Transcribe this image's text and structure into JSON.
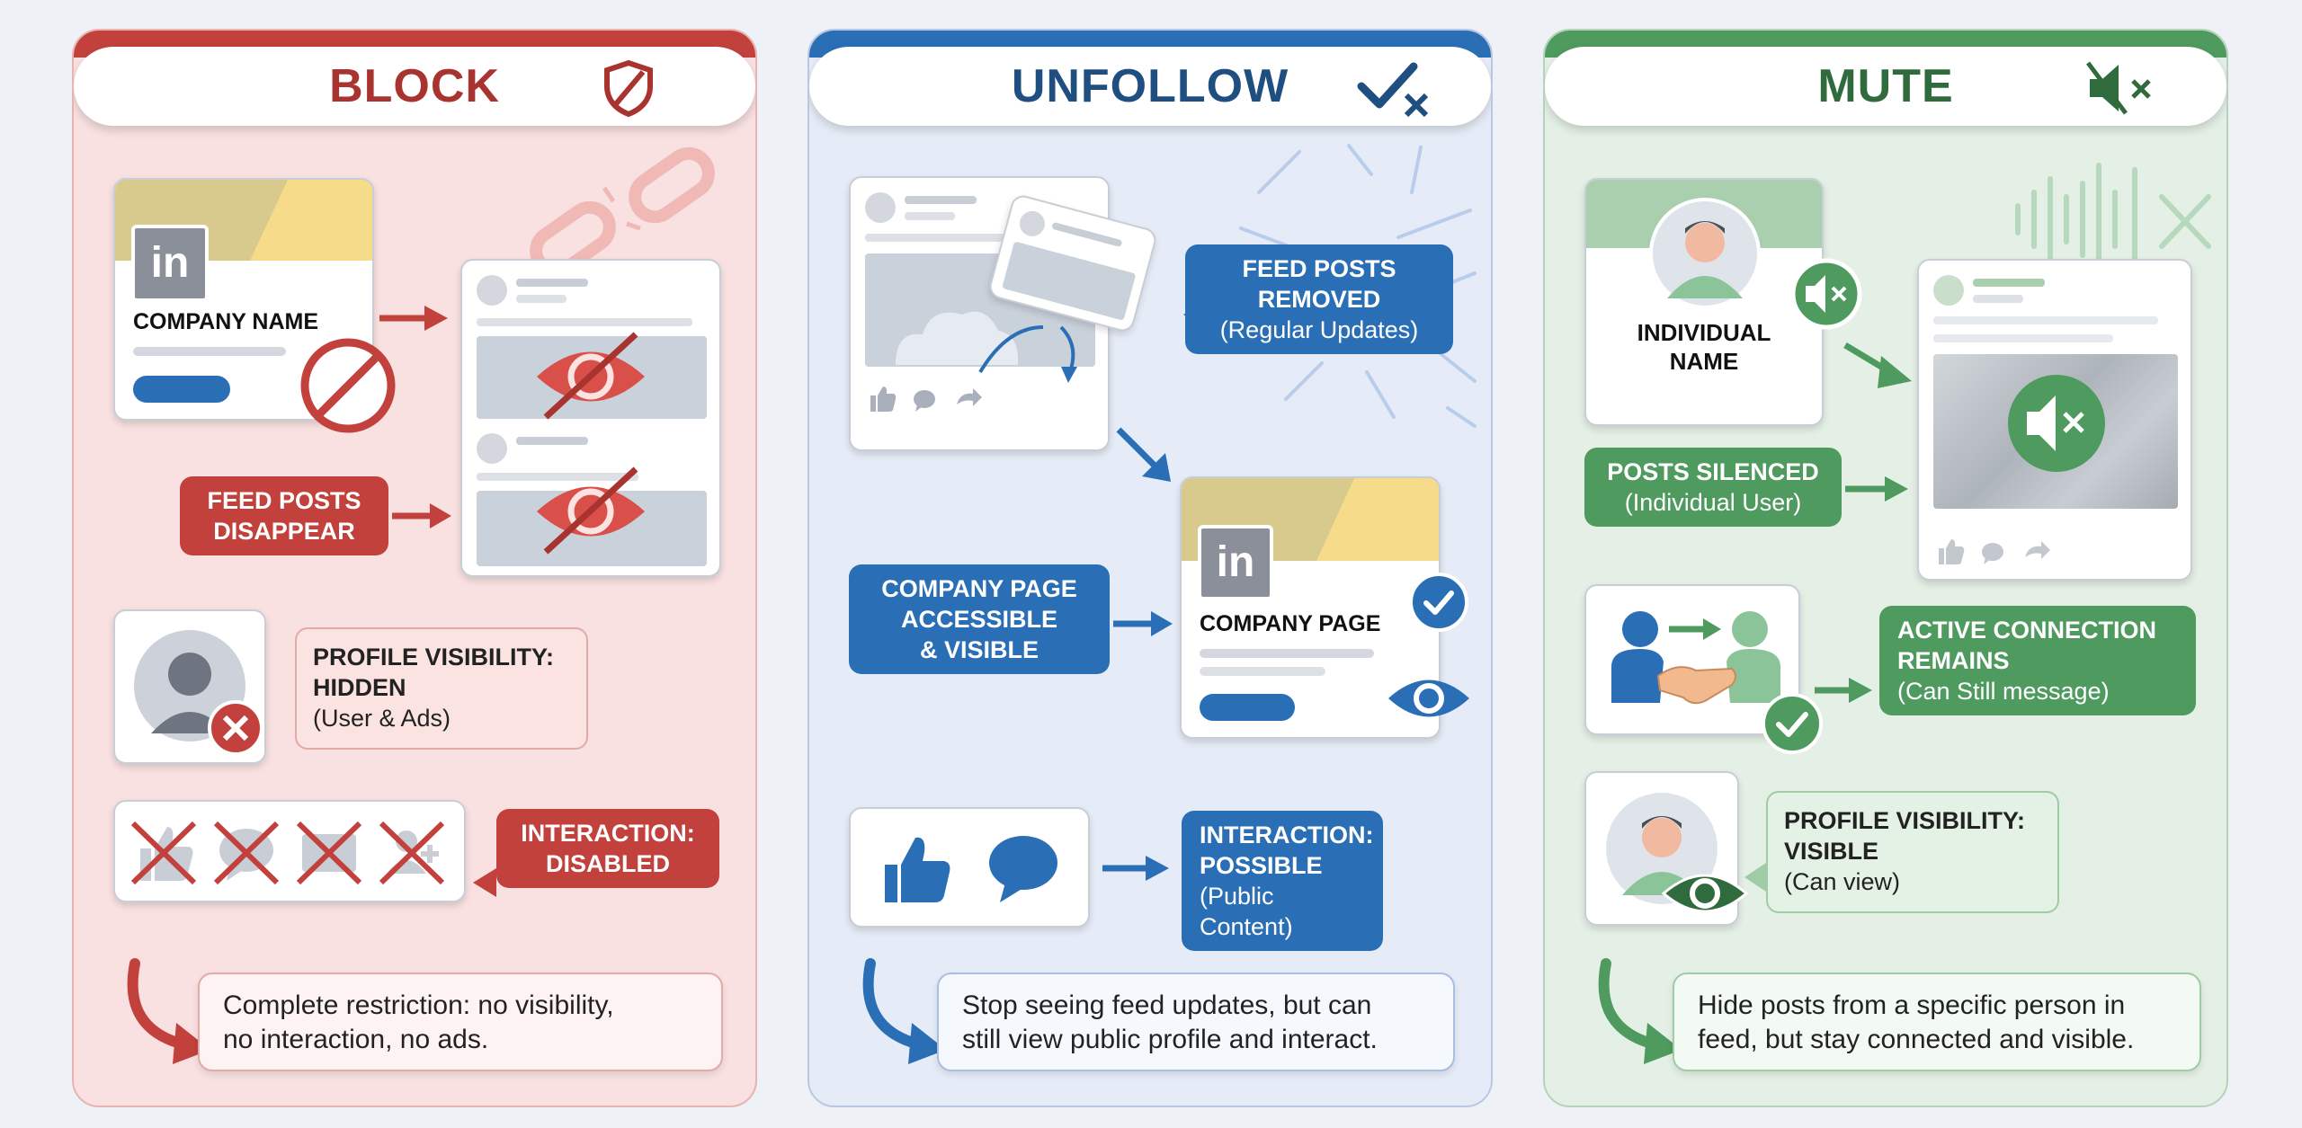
{
  "block": {
    "title": "BLOCK",
    "company_name": "COMPANY NAME",
    "logo_text": "in",
    "feed_posts": [
      "FEED POSTS",
      "DISAPPEAR"
    ],
    "profile_visibility": {
      "title1": "PROFILE VISIBILITY:",
      "title2": "HIDDEN",
      "sub": "(User & Ads)"
    },
    "interaction": [
      "INTERACTION:",
      "DISABLED"
    ],
    "summary": [
      "Complete restriction: no visibility,",
      "no interaction, no ads."
    ]
  },
  "unfollow": {
    "title": "UNFOLLOW",
    "feed_posts": {
      "title1": "FEED POSTS",
      "title2": "REMOVED",
      "sub": "(Regular Updates)"
    },
    "company_page_access": [
      "COMPANY PAGE",
      "ACCESSIBLE",
      "& VISIBLE"
    ],
    "company_page": "COMPANY PAGE",
    "logo_text": "in",
    "interaction": {
      "title1": "INTERACTION:",
      "title2": "POSSIBLE",
      "sub": "(Public Content)"
    },
    "summary": [
      "Stop seeing feed updates, but can",
      "still view public profile and interact."
    ]
  },
  "mute": {
    "title": "MUTE",
    "individual_name": [
      "INDIVIDUAL",
      "NAME"
    ],
    "posts_silenced": {
      "title": "POSTS SILENCED",
      "sub": "(Individual User)"
    },
    "active_connection": {
      "title1": "ACTIVE CONNECTION",
      "title2": "REMAINS",
      "sub": "(Can Still message)"
    },
    "profile_visibility": {
      "title1": "PROFILE VISIBILITY:",
      "title2": "VISIBLE",
      "sub": "(Can view)"
    },
    "summary": [
      "Hide posts from a specific person in",
      "feed, but stay connected and visible."
    ]
  },
  "colors": {
    "block": "#c2413c",
    "unfollow": "#2a6fb5",
    "mute": "#4f9a5f"
  }
}
